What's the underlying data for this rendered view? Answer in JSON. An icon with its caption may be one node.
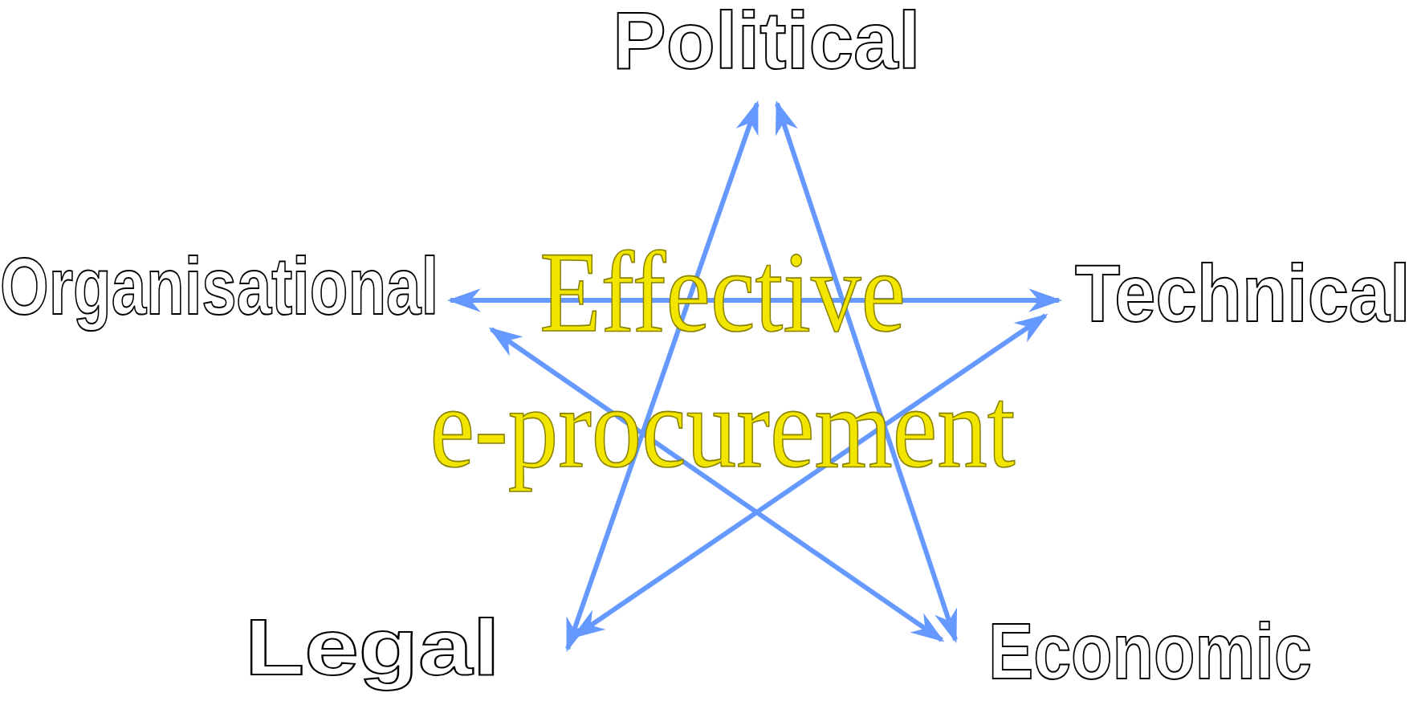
{
  "diagram": {
    "nodes": [
      {
        "text": [
          "Political"
        ]
      },
      {
        "text": [
          "Organisational"
        ]
      },
      {
        "text": [
          "Technical"
        ]
      },
      {
        "text": [
          "Legal"
        ]
      },
      {
        "text": [
          "Economic"
        ]
      }
    ],
    "edges": [
      {
        "from": 0,
        "to": 3,
        "arrow": "both"
      },
      {
        "from": 0,
        "to": 4,
        "arrow": "both"
      },
      {
        "from": 1,
        "to": 2,
        "arrow": "both"
      },
      {
        "from": 1,
        "to": 4,
        "arrow": "both"
      },
      {
        "from": 2,
        "to": 3,
        "arrow": "both"
      }
    ],
    "labels": [
      "Effective e-procurement"
    ]
  }
}
